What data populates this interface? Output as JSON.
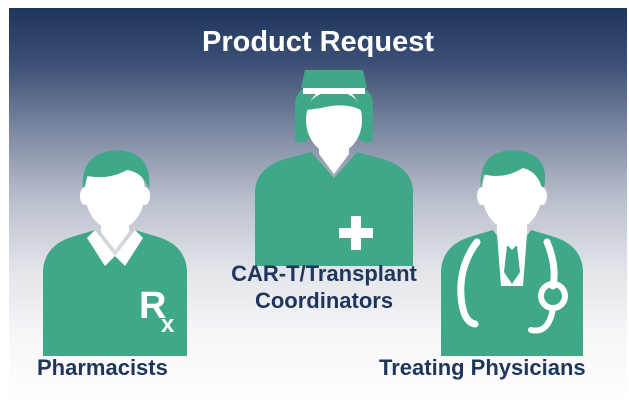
{
  "title": "Product Request",
  "figure_color": "#3ea889",
  "text_color": "#1e355c",
  "groups": [
    {
      "label": "Pharmacists",
      "icon": "pharmacist-icon",
      "badge": "Rx"
    },
    {
      "label_line1": "CAR-T/Transplant",
      "label_line2": "Coordinators",
      "icon": "nurse-icon",
      "badge": "cross"
    },
    {
      "label": "Treating Physicians",
      "icon": "physician-icon",
      "badge": "stethoscope"
    }
  ]
}
